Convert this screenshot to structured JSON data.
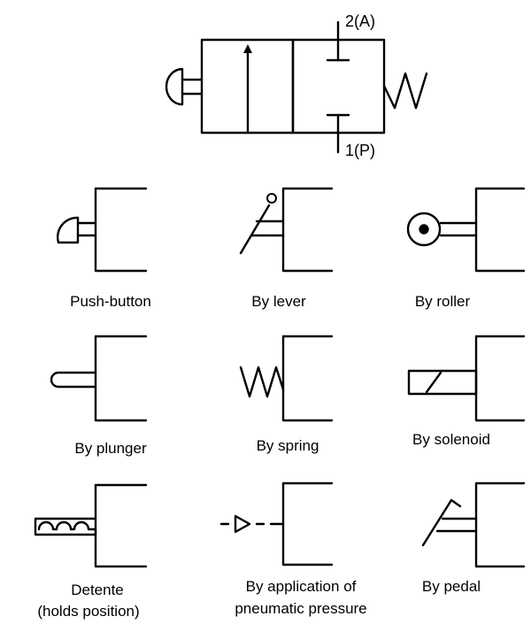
{
  "ports": {
    "outlet": "2(A)",
    "pressure": "1(P)"
  },
  "actuators": [
    {
      "label": "Push-button"
    },
    {
      "label": "By lever"
    },
    {
      "label": "By roller"
    },
    {
      "label": "By plunger"
    },
    {
      "label": "By spring"
    },
    {
      "label": "By solenoid"
    },
    {
      "label": "Detente",
      "label2": "(holds position)"
    },
    {
      "label": "By application of",
      "label2": "pneumatic pressure"
    },
    {
      "label": "By pedal"
    }
  ]
}
